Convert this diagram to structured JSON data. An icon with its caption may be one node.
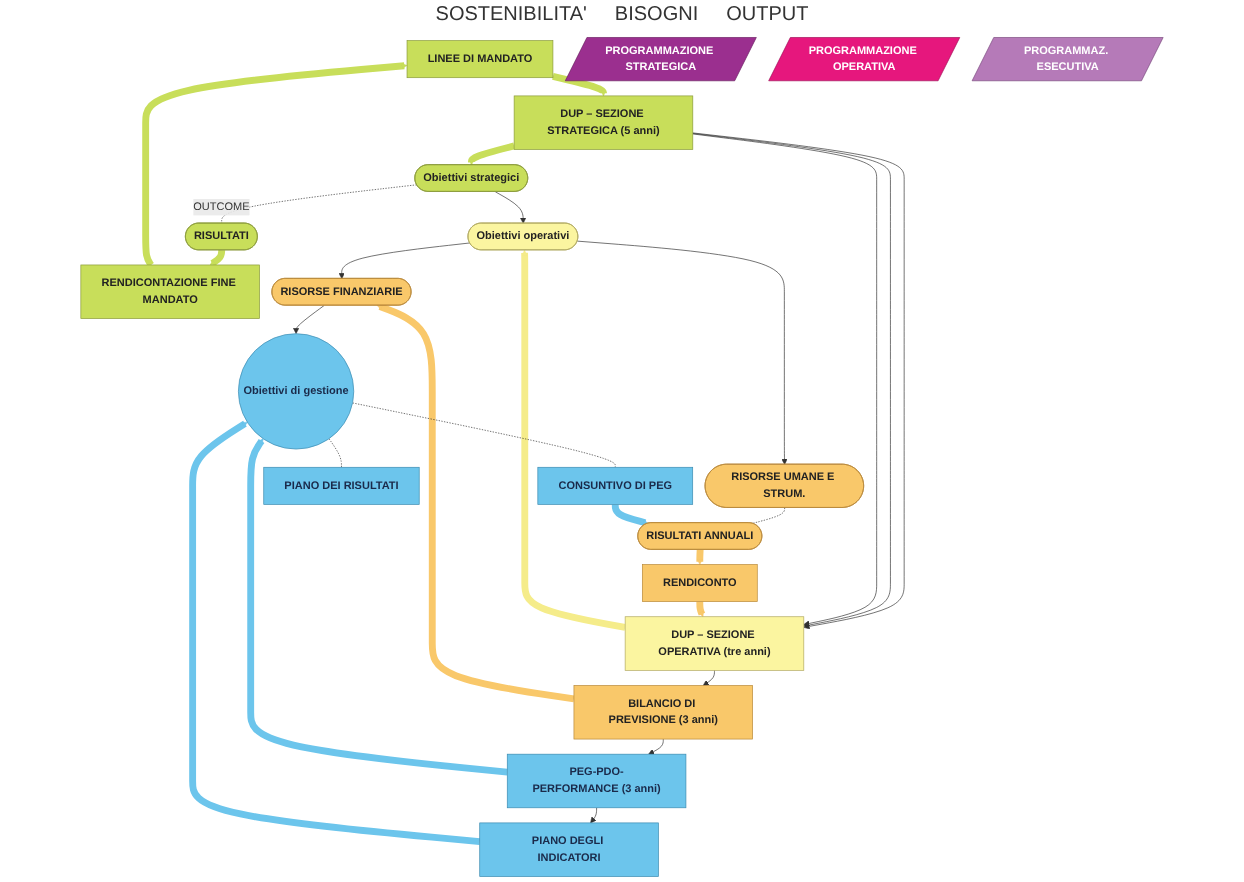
{
  "diagram": {
    "nodes": [
      {
        "text": [
          "PROGRAMMAZIONE STRATEGICA"
        ]
      },
      {
        "text": [
          "LINEE DI MANDATO"
        ]
      },
      {
        "text": [
          "RENDICONTAZIONE FINE MANDATO"
        ]
      },
      {
        "text": [
          "DUP – SEZIONE STRATEGICA (5 anni)"
        ]
      },
      {
        "text": [
          "Obiettivi strategici"
        ]
      },
      {
        "text": [
          "RISULTATI"
        ]
      },
      {
        "text": [
          "PROGRAMMAZIONE OPERATIVA"
        ]
      },
      {
        "text": [
          "DUP – SEZIONE OPERATIVA (tre anni)"
        ]
      },
      {
        "text": [
          "Obiettivi operativi"
        ]
      },
      {
        "text": [
          "RENDICONTO"
        ]
      },
      {
        "text": [
          "BILANCIO DI PREVISIONE (3 anni)"
        ]
      },
      {
        "text": [
          "RISORSE FINANZIARIE"
        ]
      },
      {
        "text": [
          "RISORSE UMANE E STRUM."
        ]
      },
      {
        "text": [
          "RISULTATI ANNUALI"
        ]
      },
      {
        "text": [
          "PROGRAMMAZ. ESECUTIVA"
        ]
      },
      {
        "text": [
          "PEG-PDO-PERFORMANCE (3 anni)"
        ]
      },
      {
        "text": [
          "Obiettivi di gestione"
        ]
      },
      {
        "text": [
          "CONSUNTIVO DI PEG"
        ]
      },
      {
        "text": [
          "PIANO DEGLI INDICATORI"
        ]
      },
      {
        "text": [
          "PIANO DEI RISULTATI"
        ]
      }
    ],
    "edges": [
      {
        "from": 2,
        "to": 1,
        "arrow": "to",
        "style": "thick",
        "color": "#c8de5a"
      },
      {
        "from": 1,
        "to": 3,
        "arrow": "to",
        "style": "thick",
        "color": "#c8de5a"
      },
      {
        "from": 3,
        "to": 4,
        "arrow": "to",
        "style": "thick",
        "color": "#c8de5a"
      },
      {
        "from": 4,
        "to": 5,
        "arrow": "none",
        "style": "dashed",
        "label": "OUTCOME"
      },
      {
        "from": 5,
        "to": 2,
        "arrow": "to",
        "style": "thick",
        "color": "#c8de5a"
      },
      {
        "from": 3,
        "to": 7,
        "arrow": "to"
      },
      {
        "from": 3,
        "to": 7,
        "arrow": "to"
      },
      {
        "from": 3,
        "to": 7,
        "arrow": "to"
      },
      {
        "from": 4,
        "to": 8,
        "arrow": "to"
      },
      {
        "from": 9,
        "to": 7,
        "arrow": "to",
        "style": "thick",
        "color": "#f9c86a"
      },
      {
        "from": 7,
        "to": 8,
        "arrow": "to",
        "style": "thick",
        "color": "#f5ec8a"
      },
      {
        "from": 7,
        "to": 10,
        "arrow": "to"
      },
      {
        "from": 10,
        "to": 11,
        "arrow": "to",
        "style": "thick",
        "color": "#f9c86a"
      },
      {
        "from": 8,
        "to": 11,
        "arrow": "to"
      },
      {
        "from": 8,
        "to": 12,
        "arrow": "to"
      },
      {
        "from": 12,
        "to": 13,
        "arrow": "none",
        "style": "dashed"
      },
      {
        "from": 13,
        "to": 9,
        "arrow": "to",
        "style": "thick",
        "color": "#f9c86a"
      },
      {
        "from": 10,
        "to": 15,
        "arrow": "to"
      },
      {
        "from": 11,
        "to": 16,
        "arrow": "to"
      },
      {
        "from": 15,
        "to": 16,
        "arrow": "to",
        "style": "thick",
        "color": "#6cc5ec"
      },
      {
        "from": 15,
        "to": 18,
        "arrow": "to"
      },
      {
        "from": 18,
        "to": 16,
        "arrow": "to",
        "style": "thick",
        "color": "#6cc5ec"
      },
      {
        "from": 16,
        "to": 17,
        "arrow": "none",
        "style": "dashed"
      },
      {
        "from": 17,
        "to": 13,
        "arrow": "to",
        "style": "thick",
        "color": "#6cc5ec"
      },
      {
        "from": 16,
        "to": 19,
        "arrow": "none",
        "style": "dashed"
      }
    ],
    "labels": [
      "SOSTENIBILITA'",
      "BISOGNI",
      "OUTPUT"
    ]
  }
}
